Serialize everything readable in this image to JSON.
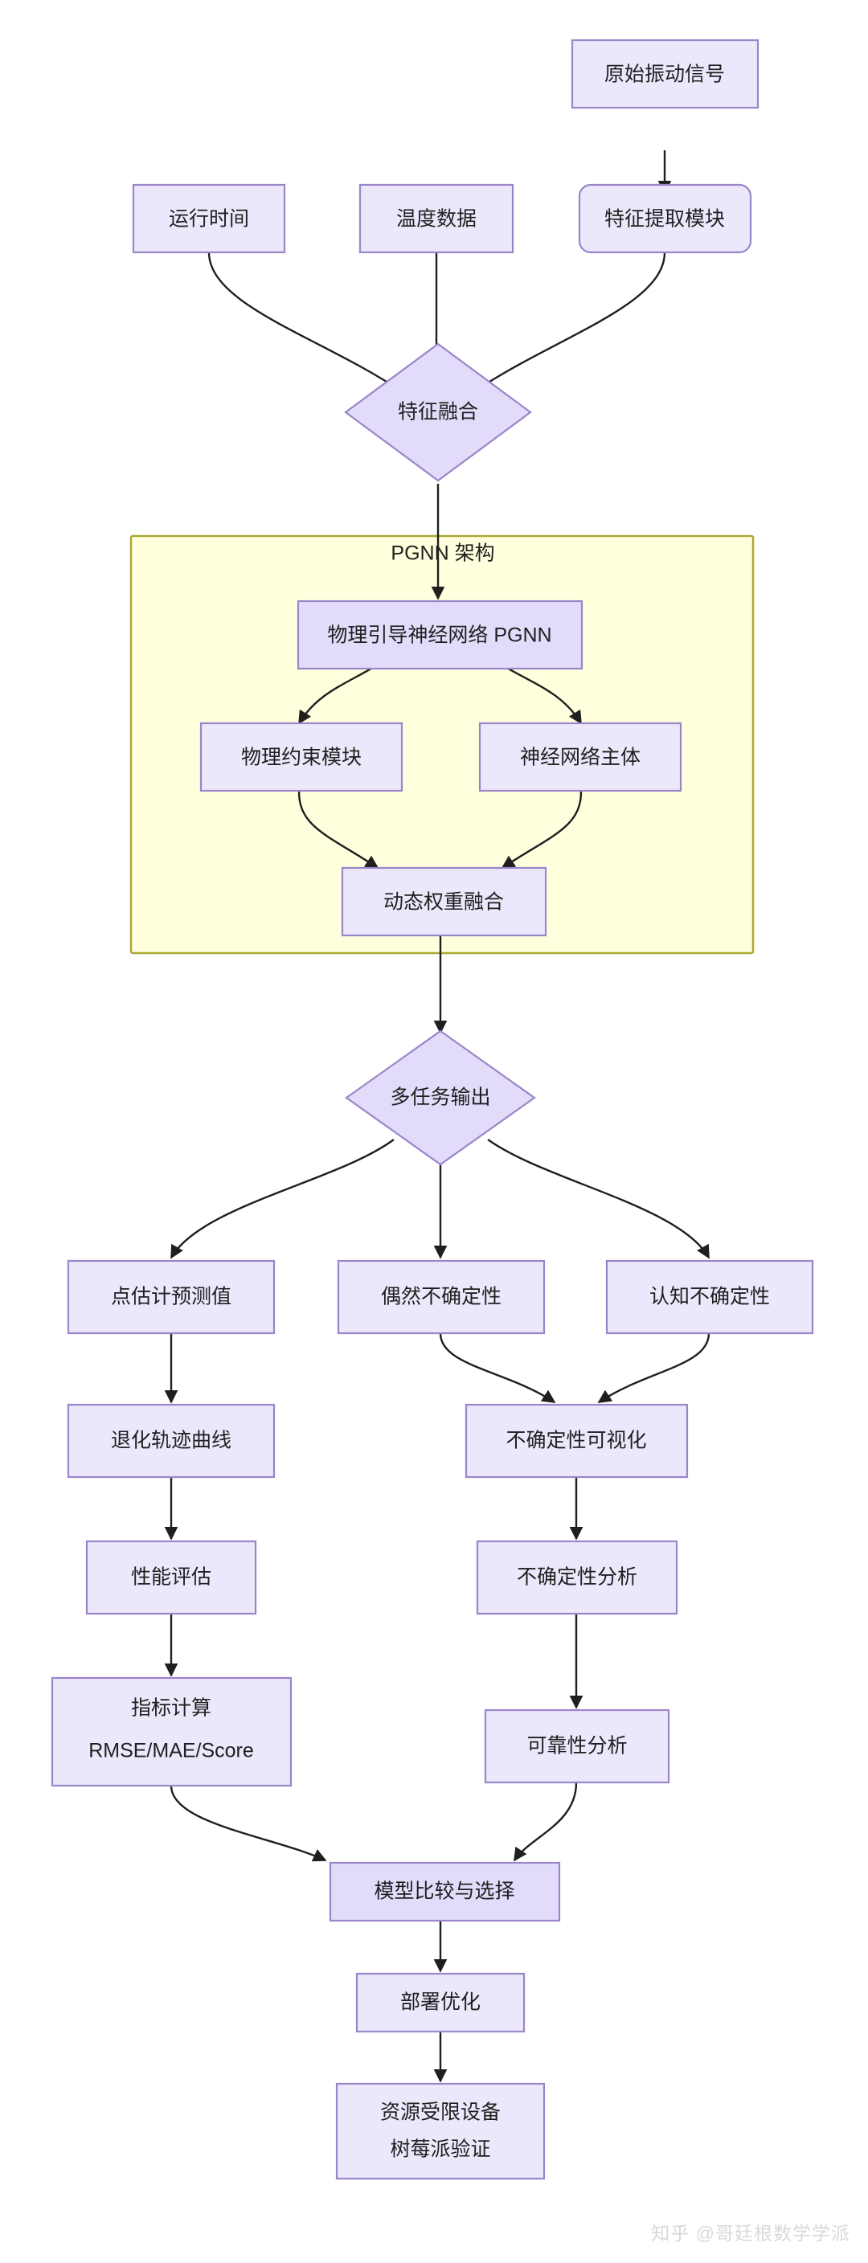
{
  "diagram": {
    "type": "flowchart",
    "direction": "top-down",
    "title_text_present": false,
    "style": {
      "node_fill": "#ece8fb",
      "node_fill_emphasis": "#e2dcfa",
      "node_stroke": "#9a85c9",
      "edge_stroke": "#1f1f1f",
      "cluster_fill": "#ffffdd",
      "cluster_stroke": "#aaaa33",
      "text_color": "#1f1f1f",
      "background": "#ffffff"
    },
    "cluster": {
      "id": "pgnn-cluster",
      "label": "PGNN 架构"
    },
    "nodes": [
      {
        "id": "raw-signal",
        "label": "原始振动信号",
        "shape": "rect"
      },
      {
        "id": "runtime",
        "label": "运行时间",
        "shape": "rect"
      },
      {
        "id": "temperature",
        "label": "温度数据",
        "shape": "rect"
      },
      {
        "id": "feature-extract",
        "label": "特征提取模块",
        "shape": "rounded-rect"
      },
      {
        "id": "feature-fusion",
        "label": "特征融合",
        "shape": "diamond"
      },
      {
        "id": "pgnn",
        "label": "物理引导神经网络 PGNN",
        "shape": "rect"
      },
      {
        "id": "physics-module",
        "label": "物理约束模块",
        "shape": "rect"
      },
      {
        "id": "nn-body",
        "label": "神经网络主体",
        "shape": "rect"
      },
      {
        "id": "dynamic-weight",
        "label": "动态权重融合",
        "shape": "rect"
      },
      {
        "id": "multitask-output",
        "label": "多任务输出",
        "shape": "diamond"
      },
      {
        "id": "point-estimate",
        "label": "点估计预测值",
        "shape": "rect"
      },
      {
        "id": "aleatoric",
        "label": "偶然不确定性",
        "shape": "rect"
      },
      {
        "id": "epistemic",
        "label": "认知不确定性",
        "shape": "rect"
      },
      {
        "id": "degradation-curve",
        "label": "退化轨迹曲线",
        "shape": "rect"
      },
      {
        "id": "uncertainty-vis",
        "label": "不确定性可视化",
        "shape": "rect"
      },
      {
        "id": "perf-eval",
        "label": "性能评估",
        "shape": "rect"
      },
      {
        "id": "uncertainty-analysis",
        "label": "不确定性分析",
        "shape": "rect"
      },
      {
        "id": "metrics-calc",
        "label": "指标计算",
        "label2": "RMSE/MAE/Score",
        "shape": "rect"
      },
      {
        "id": "reliability",
        "label": "可靠性分析",
        "shape": "rect"
      },
      {
        "id": "model-compare",
        "label": "模型比较与选择",
        "shape": "rect"
      },
      {
        "id": "deploy-opt",
        "label": "部署优化",
        "shape": "rect"
      },
      {
        "id": "edge-device",
        "label": "资源受限设备",
        "label2": "树莓派验证",
        "shape": "rect"
      }
    ],
    "edges": [
      {
        "from": "raw-signal",
        "to": "feature-extract"
      },
      {
        "from": "runtime",
        "to": "feature-fusion"
      },
      {
        "from": "temperature",
        "to": "feature-fusion"
      },
      {
        "from": "feature-extract",
        "to": "feature-fusion"
      },
      {
        "from": "feature-fusion",
        "to": "pgnn"
      },
      {
        "from": "pgnn",
        "to": "physics-module"
      },
      {
        "from": "pgnn",
        "to": "nn-body"
      },
      {
        "from": "physics-module",
        "to": "dynamic-weight"
      },
      {
        "from": "nn-body",
        "to": "dynamic-weight"
      },
      {
        "from": "dynamic-weight",
        "to": "multitask-output"
      },
      {
        "from": "multitask-output",
        "to": "point-estimate"
      },
      {
        "from": "multitask-output",
        "to": "aleatoric"
      },
      {
        "from": "multitask-output",
        "to": "epistemic"
      },
      {
        "from": "point-estimate",
        "to": "degradation-curve"
      },
      {
        "from": "aleatoric",
        "to": "uncertainty-vis"
      },
      {
        "from": "epistemic",
        "to": "uncertainty-vis"
      },
      {
        "from": "degradation-curve",
        "to": "perf-eval"
      },
      {
        "from": "uncertainty-vis",
        "to": "uncertainty-analysis"
      },
      {
        "from": "perf-eval",
        "to": "metrics-calc"
      },
      {
        "from": "uncertainty-analysis",
        "to": "reliability"
      },
      {
        "from": "metrics-calc",
        "to": "model-compare"
      },
      {
        "from": "reliability",
        "to": "model-compare"
      },
      {
        "from": "model-compare",
        "to": "deploy-opt"
      },
      {
        "from": "deploy-opt",
        "to": "edge-device"
      }
    ]
  },
  "watermark": {
    "text": "知乎 @哥廷根数学学派"
  }
}
